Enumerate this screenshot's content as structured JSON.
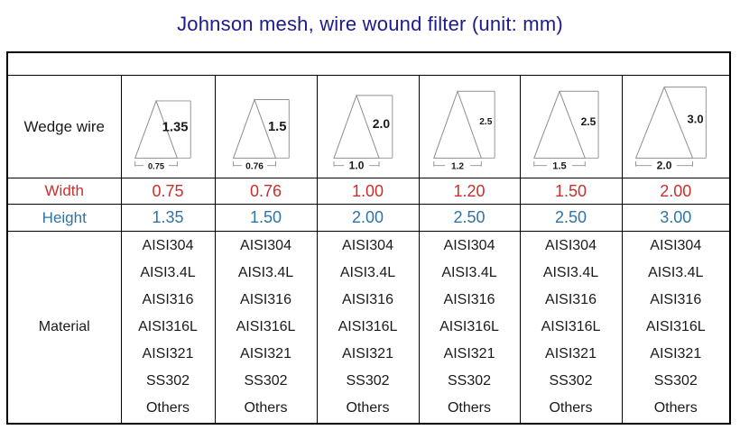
{
  "title": "Johnson mesh, wire wound filter (unit: mm)",
  "colors": {
    "title_text": "#1b1b8e",
    "width_text": "#c9302c",
    "height_text": "#2e74a8",
    "table_border": "#000000",
    "diagram_line": "#8f8f8f",
    "diagram_label": "#1a1a1a"
  },
  "table": {
    "row_labels": {
      "wedge_wire": "Wedge wire",
      "width": "Width",
      "height": "Height",
      "material": "Material"
    },
    "columns": [
      {
        "width": "0.75",
        "height": "1.35",
        "diagram": {
          "width_label": "0.75",
          "height_label": "1.35"
        },
        "materials": [
          "AISI304",
          "AISI3.4L",
          "AISI316",
          "AISI316L",
          "AISI321",
          "SS302",
          "Others"
        ]
      },
      {
        "width": "0.76",
        "height": "1.50",
        "diagram": {
          "width_label": "0.76",
          "height_label": "1.5"
        },
        "materials": [
          "AISI304",
          "AISI3.4L",
          "AISI316",
          "AISI316L",
          "AISI321",
          "SS302",
          "Others"
        ]
      },
      {
        "width": "1.00",
        "height": "2.00",
        "diagram": {
          "width_label": "1.0",
          "height_label": "2.0"
        },
        "materials": [
          "AISI304",
          "AISI3.4L",
          "AISI316",
          "AISI316L",
          "AISI321",
          "SS302",
          "Others"
        ]
      },
      {
        "width": "1.20",
        "height": "2.50",
        "diagram": {
          "width_label": "1.2",
          "height_label": "2.5"
        },
        "materials": [
          "AISI304",
          "AISI3.4L",
          "AISI316",
          "AISI316L",
          "AISI321",
          "SS302",
          "Others"
        ]
      },
      {
        "width": "1.50",
        "height": "2.50",
        "diagram": {
          "width_label": "1.5",
          "height_label": "2.5"
        },
        "materials": [
          "AISI304",
          "AISI3.4L",
          "AISI316",
          "AISI316L",
          "AISI321",
          "SS302",
          "Others"
        ]
      },
      {
        "width": "2.00",
        "height": "3.00",
        "diagram": {
          "width_label": "2.0",
          "height_label": "3.0"
        },
        "materials": [
          "AISI304",
          "AISI3.4L",
          "AISI316",
          "AISI316L",
          "AISI321",
          "SS302",
          "Others"
        ]
      }
    ]
  }
}
